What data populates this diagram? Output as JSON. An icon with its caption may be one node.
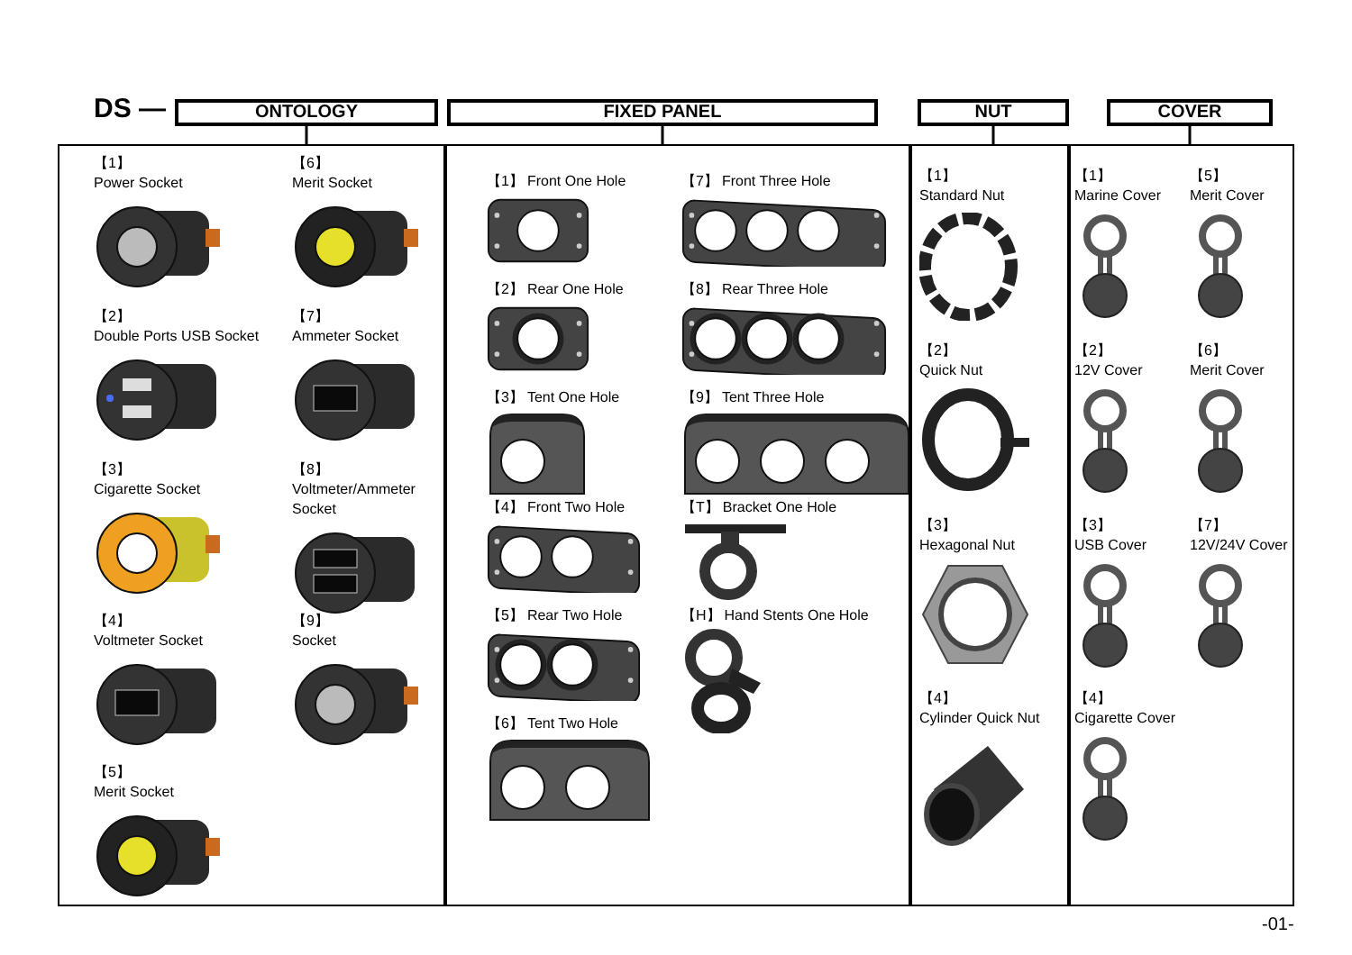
{
  "diagram": {
    "nodes": [
      {
        "text": [
          "ONTOLOGY"
        ]
      },
      {
        "text": [
          "FIXED PANEL"
        ]
      },
      {
        "text": [
          "NUT"
        ]
      },
      {
        "text": [
          "COVER"
        ]
      },
      {
        "text": [],
        "shape": "box"
      },
      {
        "text": [],
        "shape": "box"
      },
      {
        "text": [],
        "shape": "box"
      },
      {
        "text": [],
        "shape": "box"
      },
      {
        "text": [
          "【1】",
          "Power Socket"
        ],
        "in": 4
      },
      {
        "text": [
          "【2】",
          "Double Ports USB Socket"
        ],
        "in": 4
      },
      {
        "text": [
          "【3】",
          "Cigarette Socket"
        ],
        "in": 4
      },
      {
        "text": [
          "【4】",
          "Voltmeter Socket"
        ],
        "in": 4
      },
      {
        "text": [
          "【5】",
          "Merit Socket"
        ],
        "in": 4
      },
      {
        "text": [
          "【6】",
          "Merit Socket"
        ],
        "in": 4
      },
      {
        "text": [
          "【7】",
          "Ammeter Socket"
        ],
        "in": 4
      },
      {
        "text": [
          "【8】",
          "Voltmeter/Ammeter Socket"
        ],
        "in": 4
      },
      {
        "text": [
          "【9】",
          "Socket"
        ],
        "in": 4
      },
      {
        "text": [
          "【1】",
          "Front One Hole"
        ],
        "in": 5
      },
      {
        "text": [
          "【2】",
          "Rear One Hole"
        ],
        "in": 5
      },
      {
        "text": [
          "【3】",
          "Tent One Hole"
        ],
        "in": 5
      },
      {
        "text": [
          "【4】",
          "Front Two Hole"
        ],
        "in": 5
      },
      {
        "text": [
          "【5】",
          "Rear Two Hole"
        ],
        "in": 5
      },
      {
        "text": [
          "【6】",
          "Tent Two Hole"
        ],
        "in": 5
      },
      {
        "text": [
          "【7】",
          "Front Three Hole"
        ],
        "in": 5
      },
      {
        "text": [
          "【8】",
          "Rear Three Hole"
        ],
        "in": 5
      },
      {
        "text": [
          "【9】",
          "Tent Three Hole"
        ],
        "in": 5
      },
      {
        "text": [
          "【T】",
          "Bracket One Hole"
        ],
        "in": 5
      },
      {
        "text": [
          "【H】",
          "Hand Stents One Hole"
        ],
        "in": 5
      },
      {
        "text": [
          "【1】",
          "Standard Nut"
        ],
        "in": 6
      },
      {
        "text": [
          "【2】",
          "Quick Nut"
        ],
        "in": 6
      },
      {
        "text": [
          "【3】",
          "Hexagonal Nut"
        ],
        "in": 6
      },
      {
        "text": [
          "【4】",
          "Cylinder Quick Nut"
        ],
        "in": 6
      },
      {
        "text": [
          "【1】",
          "Marine Cover"
        ],
        "in": 7
      },
      {
        "text": [
          "【2】",
          "12V Cover"
        ],
        "in": 7
      },
      {
        "text": [
          "【3】",
          "USB Cover"
        ],
        "in": 7
      },
      {
        "text": [
          "【4】",
          "Cigarette Cover"
        ],
        "in": 7
      },
      {
        "text": [
          "【5】",
          "Merit Cover"
        ],
        "in": 7
      },
      {
        "text": [
          "【6】",
          "Merit Cover"
        ],
        "in": 7
      },
      {
        "text": [
          "【7】",
          "12V/24V Cover"
        ],
        "in": 7
      }
    ],
    "edges": [
      {
        "from": 0,
        "to": 4,
        "arrow": "none"
      },
      {
        "from": 1,
        "to": 5,
        "arrow": "none"
      },
      {
        "from": 2,
        "to": 6,
        "arrow": "none"
      },
      {
        "from": 3,
        "to": 7,
        "arrow": "none"
      }
    ],
    "labels": [
      "DS —",
      "-01-"
    ]
  }
}
